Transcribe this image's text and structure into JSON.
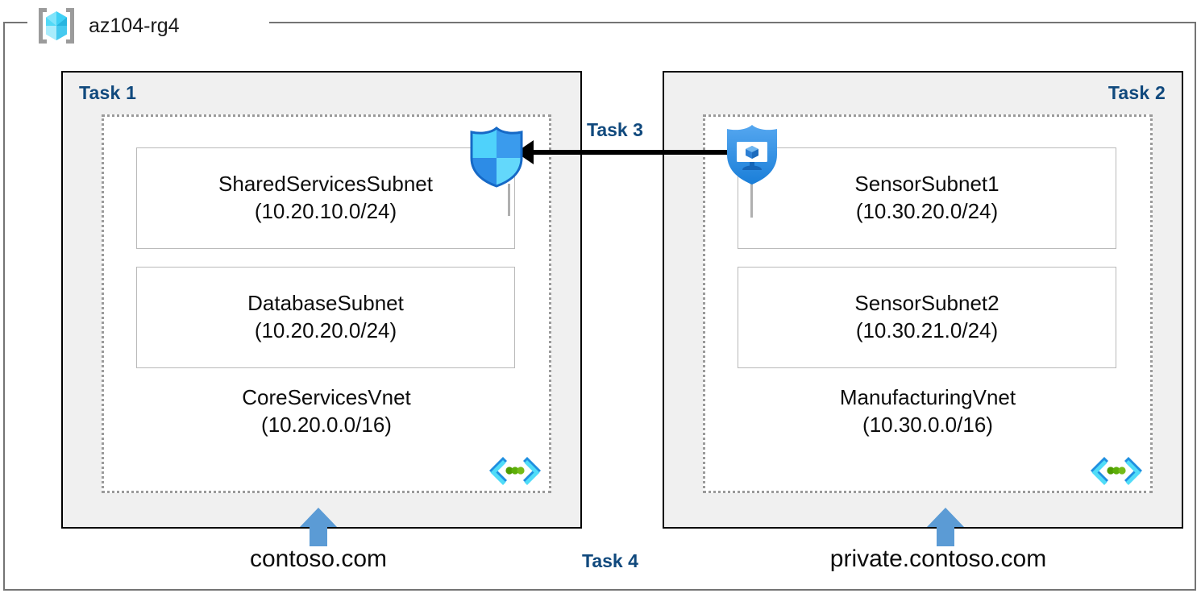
{
  "resource_group": {
    "name": "az104-rg4",
    "icon": "azure-resource-group-cube-icon"
  },
  "panels": [
    {
      "id": "left",
      "task_label": "Task 1",
      "vnet": {
        "name": "CoreServicesVnet",
        "cidr": "(10.20.0.0/16)",
        "peering_icon": "vnet-peering-icon"
      },
      "subnets": [
        {
          "name": "SharedServicesSubnet",
          "cidr": "(10.20.10.0/24)"
        },
        {
          "name": "DatabaseSubnet",
          "cidr": "(10.20.20.0/24)"
        }
      ],
      "dns_zone": "contoso.com",
      "dns_arrow_icon": "blue-up-arrow-icon"
    },
    {
      "id": "right",
      "task_label": "Task 2",
      "vnet": {
        "name": "ManufacturingVnet",
        "cidr": "(10.30.0.0/16)",
        "peering_icon": "vnet-peering-icon"
      },
      "subnets": [
        {
          "name": "SensorSubnet1",
          "cidr": "(10.30.20.0/24)"
        },
        {
          "name": "SensorSubnet2",
          "cidr": "(10.30.21.0/24)"
        }
      ],
      "dns_zone": "private.contoso.com",
      "dns_arrow_icon": "blue-up-arrow-icon"
    }
  ],
  "connection": {
    "task_label": "Task 3",
    "direction": "right-to-left",
    "source_icon": "azure-bastion-shield-icon",
    "target_icon": "azure-firewall-shield-icon"
  },
  "peering": {
    "task_label": "Task 4"
  },
  "colors": {
    "task_label": "#10497d",
    "panel_fill": "#f0f0f0",
    "panel_border": "#000000",
    "vnet_border": "#9a9a9a",
    "subnet_border": "#b9b9b9",
    "arrow_blue": "#5b9bd5",
    "shield_light": "#50c8f8",
    "shield_dark": "#2b8ce6",
    "peering_green": "#5ba300"
  }
}
